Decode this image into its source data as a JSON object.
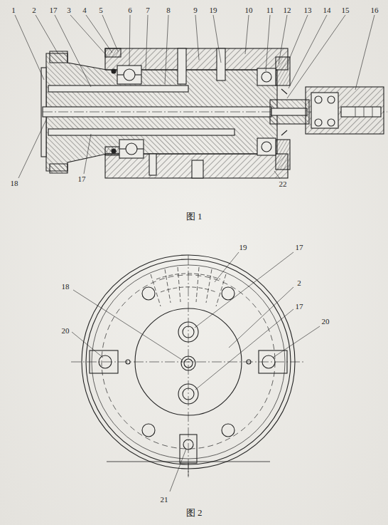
{
  "diagram": {
    "labels": [
      "1",
      "2",
      "17",
      "3",
      "4",
      "5",
      "6",
      "7",
      "8",
      "9",
      "19",
      "10",
      "11",
      "12",
      "13",
      "14",
      "15",
      "16",
      "18",
      "17",
      "22",
      "图 1",
      "19",
      "17",
      "18",
      "2",
      "17",
      "20",
      "20",
      "21",
      "图 2"
    ]
  }
}
